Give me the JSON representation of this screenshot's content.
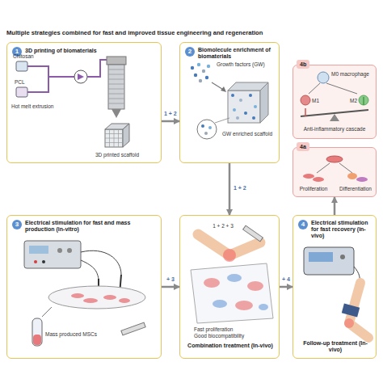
{
  "diagram": {
    "title": "Multiple strategies combined for fast and improved tissue engineering and regeneration",
    "nodes": [
      {
        "text": [
          "1",
          "3D printing of biomaterials"
        ]
      },
      {
        "text": [
          "2",
          "Biomolecule enrichment of biomaterials"
        ]
      },
      {
        "text": [
          "4b"
        ]
      },
      {
        "text": [
          "4a"
        ]
      },
      {
        "text": [
          "3",
          "Electrical stimulation for fast and mass production (in-vitro)"
        ]
      },
      {
        "text": [
          "Combination treatment (In-vivo)"
        ]
      },
      {
        "text": [
          "4",
          "Electrical stimulation for fast recovery (in-vivo)",
          "Follow-up treatment (In-vivo)"
        ]
      }
    ],
    "edges": [
      {
        "from": 0,
        "to": 1,
        "label": "1 + 2",
        "arrow": "to"
      },
      {
        "from": 1,
        "to": 5,
        "label": "1 + 2",
        "arrow": "to"
      },
      {
        "from": 4,
        "to": 5,
        "label": "+ 3",
        "arrow": "to"
      },
      {
        "from": 5,
        "to": 6,
        "label": "+ 4",
        "arrow": "to"
      },
      {
        "from": 6,
        "to": 3,
        "arrow": "to"
      }
    ],
    "labels": [
      "Chitosan",
      "PCL",
      "Hot melt extrusion",
      "3D printed scaffold",
      "Growth factors (GW)",
      "GW enriched scaffold",
      "M0 macrophage",
      "M1",
      "M2",
      "Anti-inflammatory cascade",
      "Proliferation",
      "Differentiation",
      "Mass produced MSCs",
      "1 + 2 + 3",
      "Fast proliferation",
      "Good biocompatibility"
    ]
  }
}
